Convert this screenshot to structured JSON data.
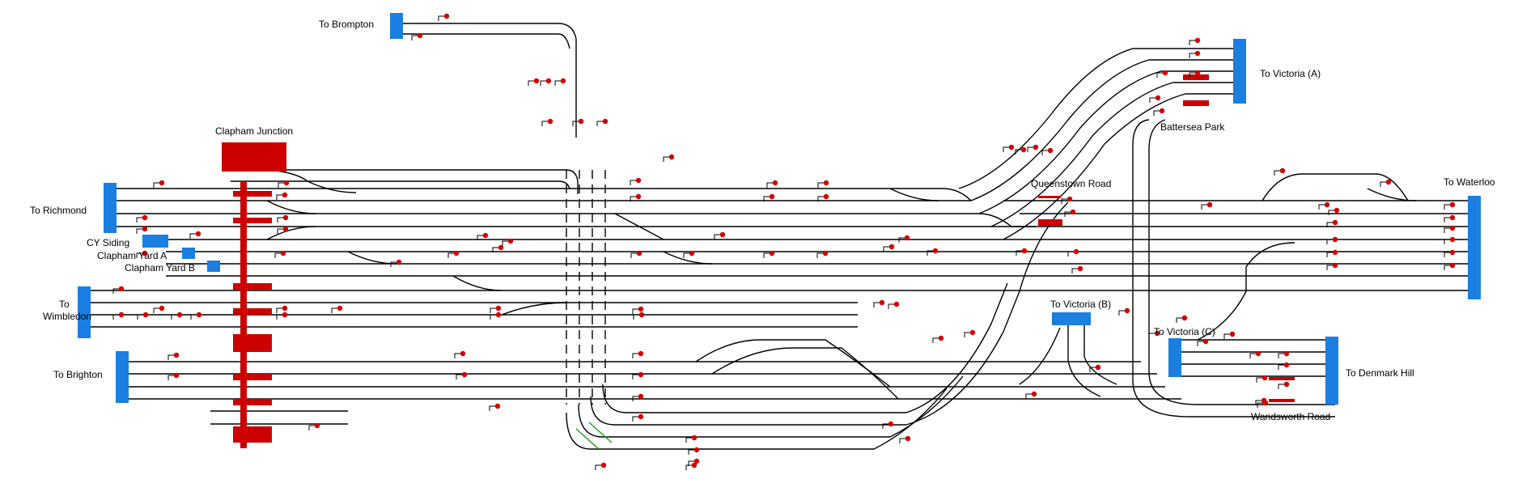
{
  "title": "",
  "colors": {
    "track": "#000000",
    "signal": "#d40000",
    "platform": "#cc0000",
    "fringe": "#1a7fe0",
    "route_set": "#1a9e1a",
    "background": "#ffffff"
  },
  "stations": {
    "clapham_junction": "Clapham Junction",
    "queenstown_road": "Queenstown Road",
    "battersea_park": "Battersea Park",
    "wandsworth_road": "Wandsworth Road"
  },
  "fringes": {
    "to_brompton": "To Brompton",
    "to_richmond": "To Richmond",
    "to_wimbledon_line1": "To",
    "to_wimbledon_line2": "Wimbledon",
    "to_brighton": "To Brighton",
    "to_victoria_a": "To Victoria (A)",
    "to_victoria_b": "To Victoria (B)",
    "to_victoria_c": "To Victoria (C)",
    "to_waterloo": "To Waterloo",
    "to_denmark_hill": "To Denmark Hill"
  },
  "sidings": {
    "cy_siding": "CY Siding",
    "clapham_yard_a": "Clapham Yard A",
    "clapham_yard_b": "Clapham Yard B"
  }
}
